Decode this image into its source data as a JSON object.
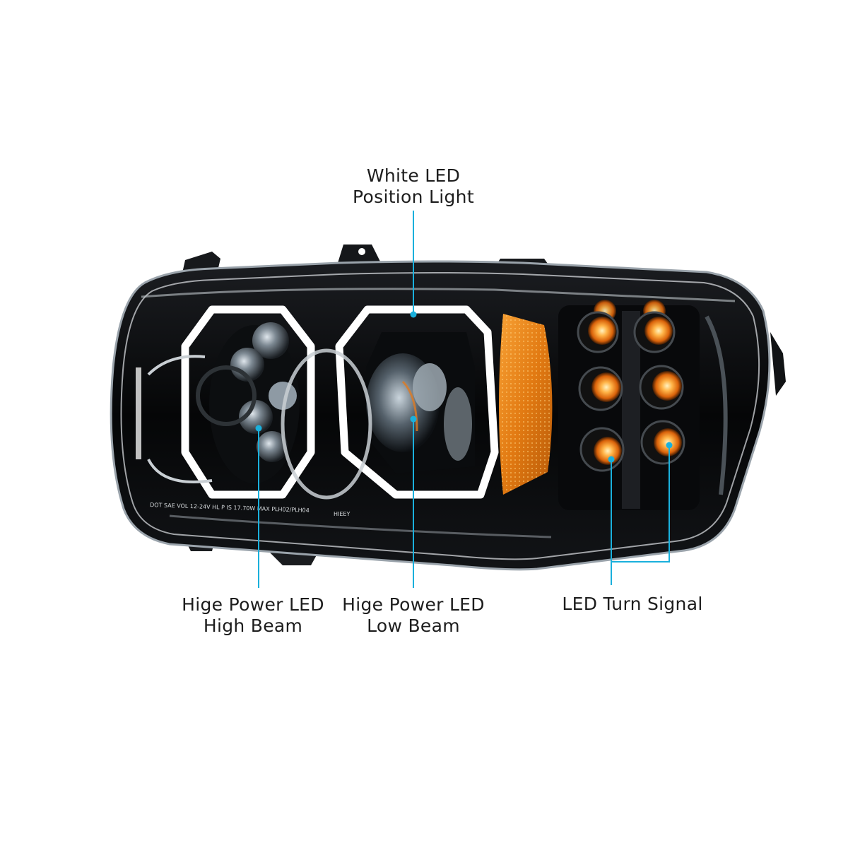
{
  "product": {
    "description": "Truck LED headlight assembly product photo with feature callouts",
    "lens_marking": "DOT SAE VOL 12-24V HL P IS 17.70W MAX PLH02/PLH04",
    "lens_code": "HIEEY"
  },
  "callouts": [
    {
      "id": "position-light",
      "line1": "White LED",
      "line2": "Position Light"
    },
    {
      "id": "high-beam",
      "line1": "Hige Power LED",
      "line2": "High Beam"
    },
    {
      "id": "low-beam",
      "line1": "Hige Power LED",
      "line2": "Low Beam"
    },
    {
      "id": "turn-signal",
      "line1": "LED Turn Signal",
      "line2": ""
    }
  ],
  "colors": {
    "callout_line": "#1ab0dc",
    "text": "#1d1d1d",
    "housing": "#0b0c0e",
    "halo": "#ffffff",
    "amber": "#f08a1c",
    "amber_glow": "#ffb347"
  }
}
